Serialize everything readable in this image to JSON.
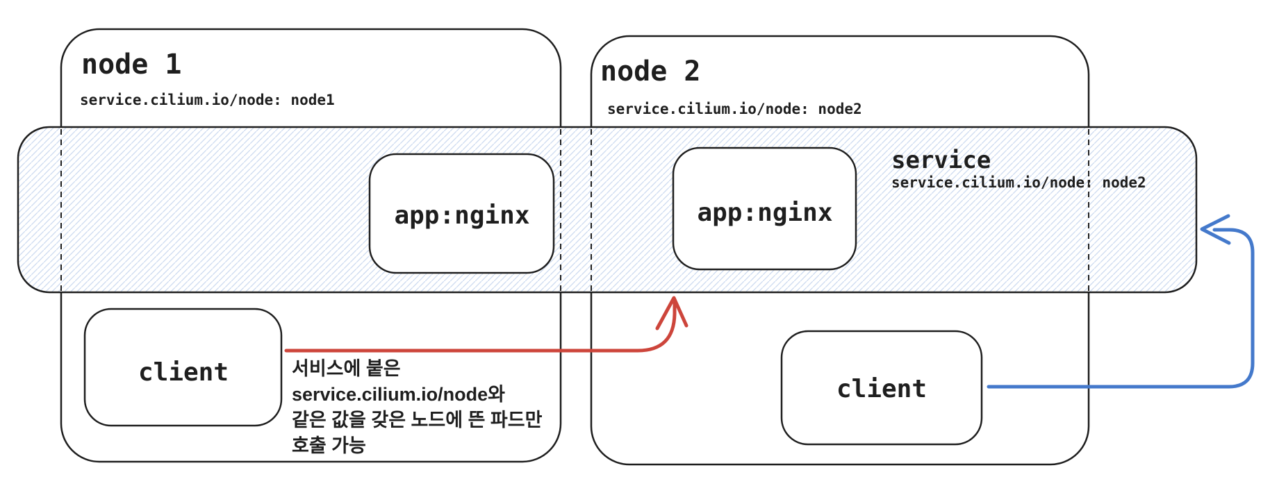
{
  "canvas": {
    "node1": {
      "title": "node 1",
      "label": "service.cilium.io/node: node1",
      "pod_label": "app:nginx",
      "client_label": "client"
    },
    "node2": {
      "title": "node 2",
      "label": "service.cilium.io/node: node2",
      "pod_label": "app:nginx",
      "client_label": "client"
    },
    "service": {
      "title": "service",
      "label": "service.cilium.io/node: node2"
    },
    "annotation": {
      "line1": "서비스에 붙은",
      "line2": "service.cilium.io/node와",
      "line3": "같은 값을 갖은 노드에 뜬 파드만",
      "line4": "호출 가능"
    },
    "colors": {
      "stroke": "#1e1e1e",
      "pod_fill": "#e8f2fb",
      "hatch": "#ccdaf0",
      "annotation_red": "#cd453b",
      "arrow_red": "#cd453b",
      "arrow_blue": "#4479cb",
      "background": "#ffffff"
    }
  }
}
